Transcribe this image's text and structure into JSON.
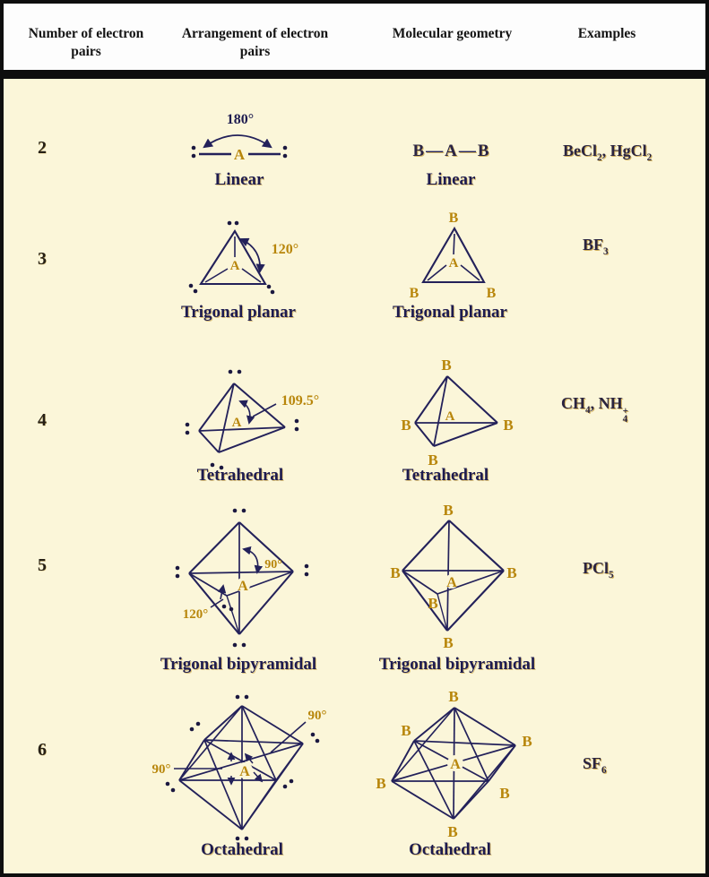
{
  "colors": {
    "page_background": "#fbf6d9",
    "header_background": "#fdfdfd",
    "frame": "#0e0e0e",
    "line_navy": "#23215a",
    "label_navy": "#1d1b4f",
    "atom_gold": "#b8860b",
    "header_text": "#141414"
  },
  "header": {
    "columns": [
      "Number of electron pairs",
      "Arrangement of electron pairs",
      "Molecular geometry",
      "Examples"
    ]
  },
  "atoms": {
    "central": "A",
    "terminal": "B",
    "bond_dash": "—"
  },
  "rows": [
    {
      "electron_pairs": "2",
      "arrangement_label": "Linear",
      "geometry_label": "Linear",
      "angles": [
        "180°"
      ],
      "example": [
        {
          "t": "BeCl",
          "sub": "2"
        },
        {
          "t": ", HgCl",
          "sub": "2"
        }
      ]
    },
    {
      "electron_pairs": "3",
      "arrangement_label": "Trigonal planar",
      "geometry_label": "Trigonal planar",
      "angles": [
        "120°"
      ],
      "example": [
        {
          "t": "BF",
          "sub": "3"
        }
      ]
    },
    {
      "electron_pairs": "4",
      "arrangement_label": "Tetrahedral",
      "geometry_label": "Tetrahedral",
      "angles": [
        "109.5°"
      ],
      "example": [
        {
          "t": "CH",
          "sub": "4"
        },
        {
          "t": ", NH",
          "sub": "4",
          "sup": "+"
        }
      ]
    },
    {
      "electron_pairs": "5",
      "arrangement_label": "Trigonal bipyramidal",
      "geometry_label": "Trigonal bipyramidal",
      "angles": [
        "90°",
        "120°"
      ],
      "example": [
        {
          "t": "PCl",
          "sub": "5"
        }
      ]
    },
    {
      "electron_pairs": "6",
      "arrangement_label": "Octahedral",
      "geometry_label": "Octahedral",
      "angles": [
        "90°",
        "90°"
      ],
      "example": [
        {
          "t": "SF",
          "sub": "6"
        }
      ]
    }
  ]
}
